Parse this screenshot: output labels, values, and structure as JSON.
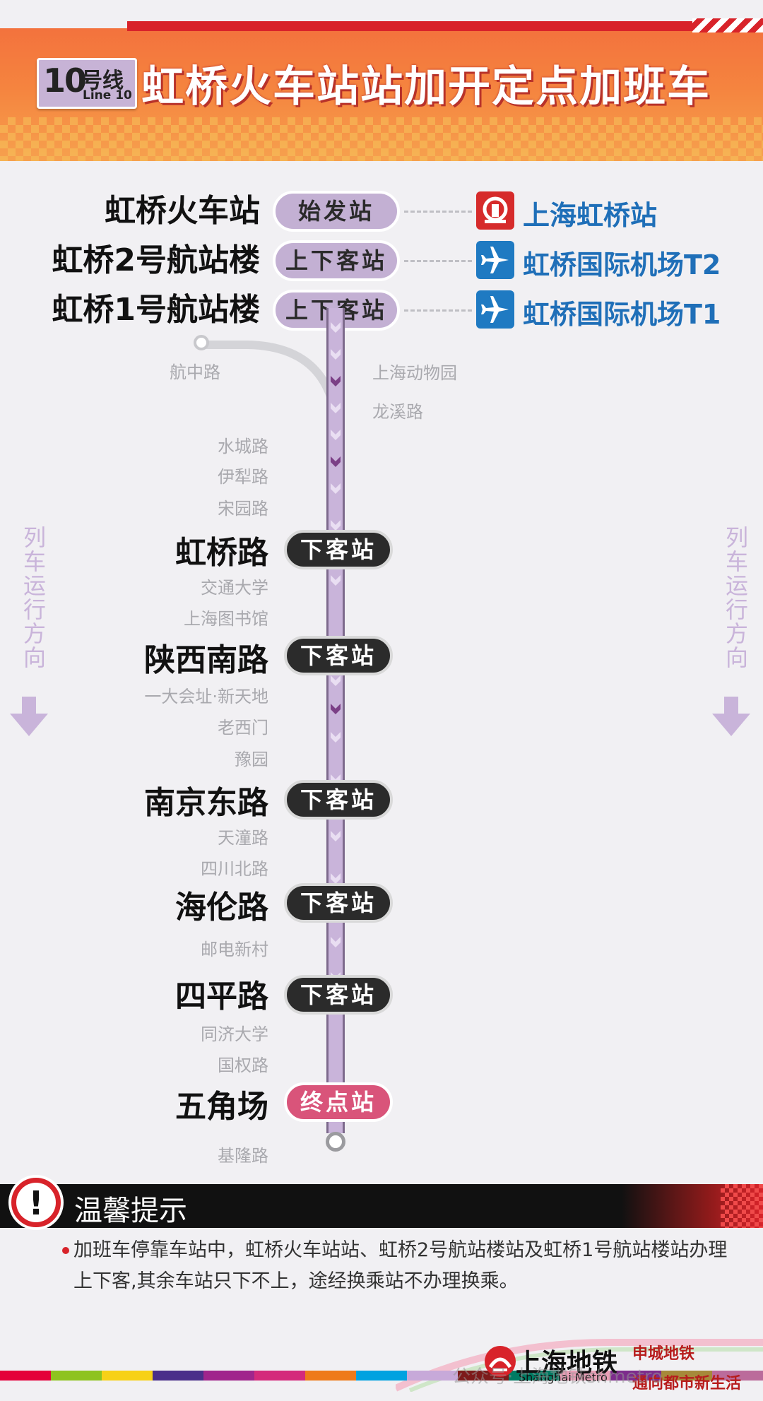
{
  "header": {
    "line_number": "10",
    "line_hao": "号线",
    "line_en": "Line 10",
    "title": "虹桥火车站站加开定点加班车"
  },
  "top_stations": [
    {
      "name": "虹桥火车站",
      "badge": "始发站",
      "dest": "上海虹桥站",
      "icon": "railway-icon"
    },
    {
      "name": "虹桥2号航站楼",
      "badge": "上下客站",
      "dest": "虹桥国际机场T2",
      "icon": "airplane-icon"
    },
    {
      "name": "虹桥1号航站楼",
      "badge": "上下客站",
      "dest": "虹桥国际机场T1",
      "icon": "airplane-icon"
    }
  ],
  "branch": {
    "name": "航中路",
    "right1": "上海动物园",
    "right2": "龙溪路"
  },
  "small": {
    "s1": "水城路",
    "s2": "伊犁路",
    "s3": "宋园路",
    "s4": "交通大学",
    "s5": "上海图书馆",
    "s6": "一大会址·新天地",
    "s7": "老西门",
    "s8": "豫园",
    "s9": "天潼路",
    "s10": "四川北路",
    "s11": "邮电新村",
    "s12": "同济大学",
    "s13": "国权路",
    "s14": "基隆路"
  },
  "major": {
    "m1": "虹桥路",
    "m2": "陕西南路",
    "m3": "南京东路",
    "m4": "海伦路",
    "m5": "四平路",
    "m6": "五角场"
  },
  "badges": {
    "alight": "下客站",
    "terminal": "终点站"
  },
  "direction": {
    "text": "列车运行方向"
  },
  "tip": {
    "title": "温馨提示",
    "line1": "加班车停靠车站中，虹桥火车站站、虹桥2号航站楼站及虹桥1号航站楼站办理",
    "line2": "上下客,其余车站只下不上，途经换乘站不办理换乘。"
  },
  "footer": {
    "logo_cn": "上海地铁",
    "logo_en": "Shanghai Metro",
    "slogan1": "申城地铁",
    "slogan2": "通向都市新生活",
    "watermark": "公众号·上海地铁shmetro"
  },
  "colors": {
    "line10": "#c9b4da",
    "accent_red": "#d8232a",
    "dest_blue": "#1f6fb8"
  }
}
